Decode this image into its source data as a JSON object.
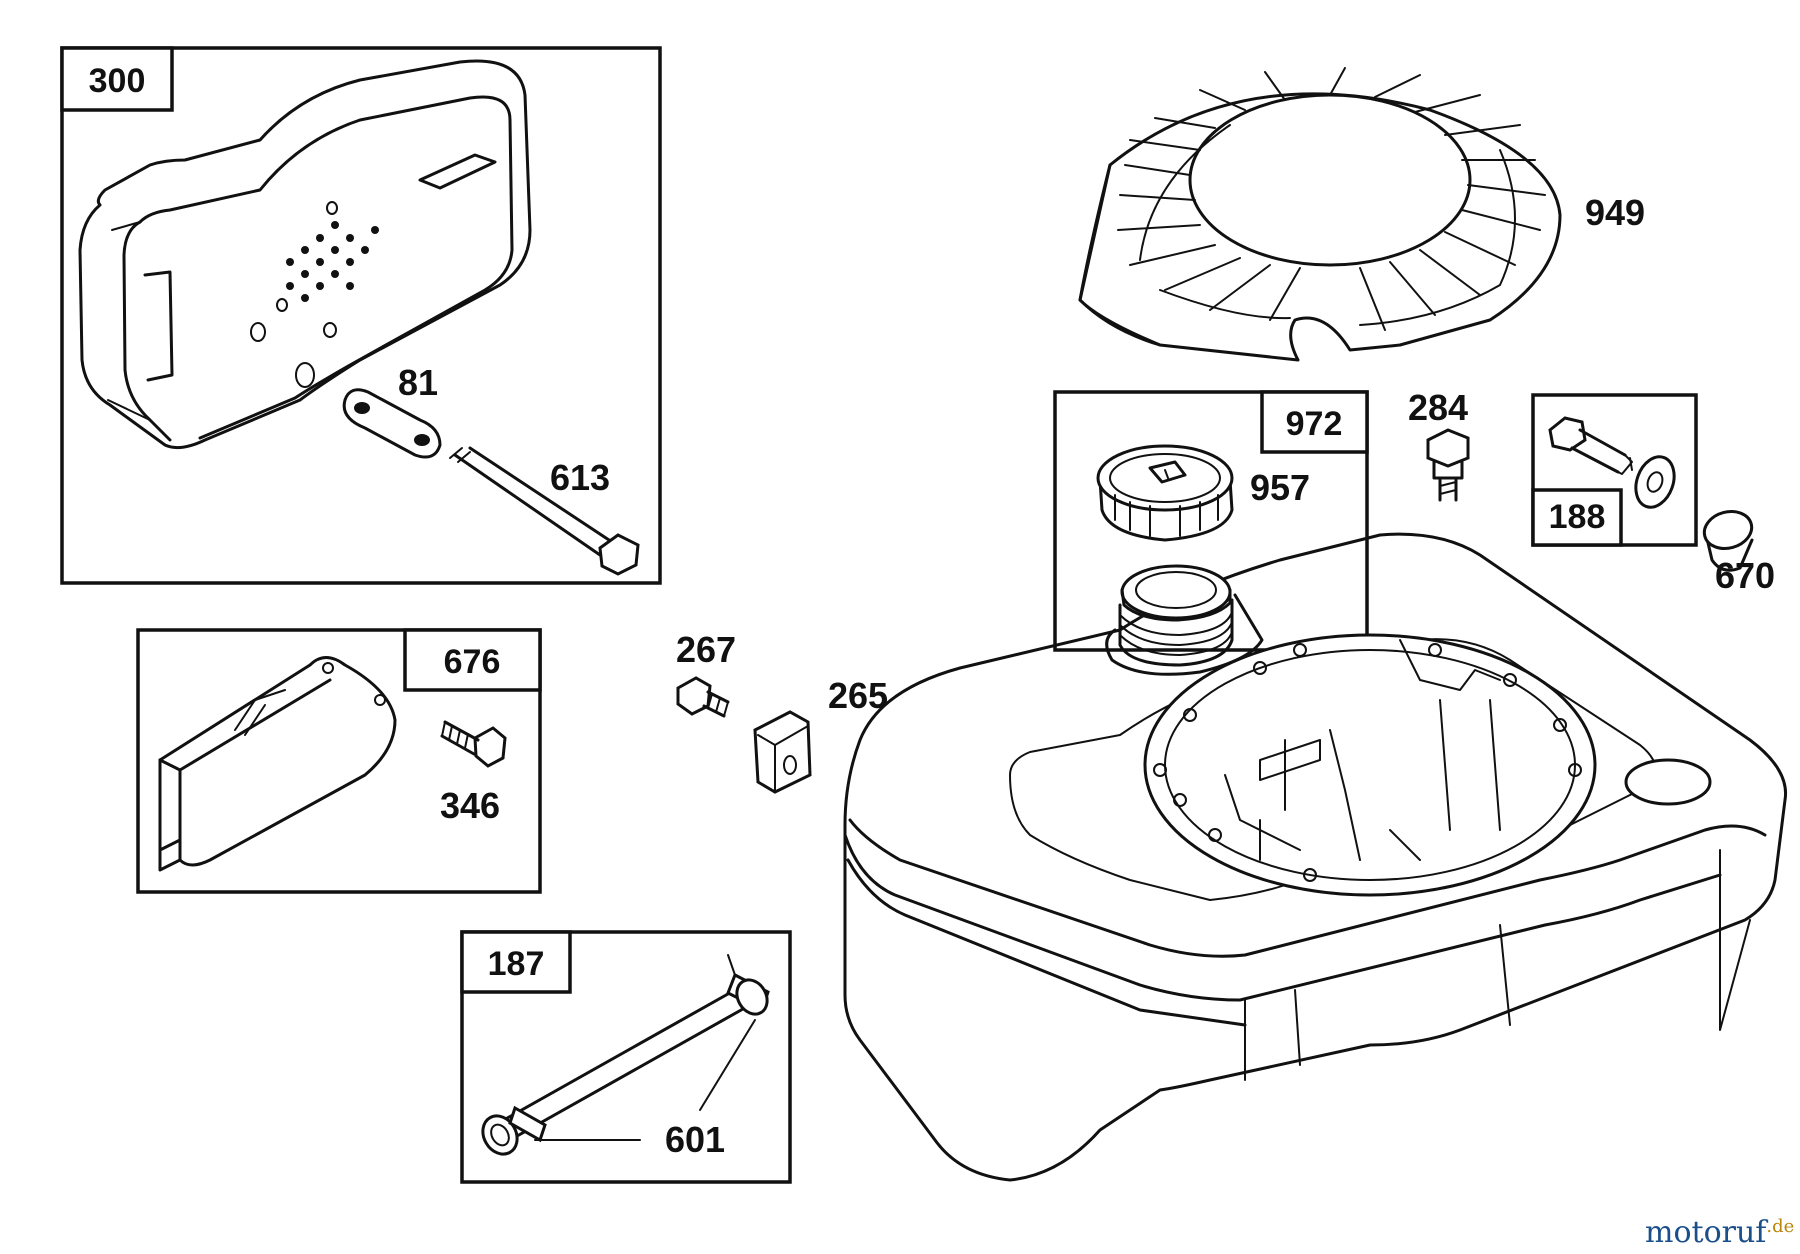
{
  "watermark": {
    "brand": "motoruf",
    "tld": ".de",
    "brand_color": "#1b4f8a",
    "accent_color": "#b8860b"
  },
  "group_labels": {
    "muffler_kit": "300",
    "guard": "676",
    "fuel_line_kit": "187",
    "fuel_cap_kit": "972",
    "bolt_kit": "188"
  },
  "part_labels": {
    "lock_plate": "81",
    "muffler_bolt": "613",
    "blower_screen": "949",
    "fuel_cap": "957",
    "screw_284": "284",
    "spacer": "670",
    "screw_267": "267",
    "clip": "265",
    "screw_346": "346",
    "clamp": "601"
  }
}
